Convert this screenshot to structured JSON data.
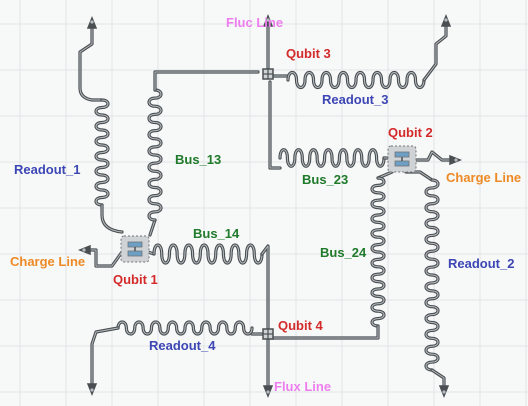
{
  "colors": {
    "background": "#f7f8f8",
    "grid": "#e3e5e6",
    "wire": "#4a4f52",
    "wire_highlight": "#b8bdc1",
    "qubit_label": "#d42a2a",
    "bus_label": "#1f7a2a",
    "readout_label": "#3c46b4",
    "charge_label": "#ee8a26",
    "flux_label": "#ee7ef0",
    "qubit_pad_fill": "#cfd3d6",
    "qubit_pad_stroke": "#6f7478",
    "qubit_core": "#6d9fc4"
  },
  "labels": {
    "fluc_line": "Fluc Line",
    "flux_line": "Flux Line",
    "qubit_1": "Qubit 1",
    "qubit_2": "Qubit 2",
    "qubit_3": "Qubit 3",
    "qubit_4": "Qubit 4",
    "readout_1": "Readout_1",
    "readout_2": "Readout_2",
    "readout_3": "Readout_3",
    "readout_4": "Readout_4",
    "bus_13": "Bus_13",
    "bus_14": "Bus_14",
    "bus_23": "Bus_23",
    "bus_24": "Bus_24",
    "charge_line_left": "Charge Line",
    "charge_line_right": "Charge Line"
  },
  "icons": {
    "pad": "launch-pad-icon",
    "qubit": "transmon-qubit-icon",
    "junction": "squid-junction-icon"
  }
}
